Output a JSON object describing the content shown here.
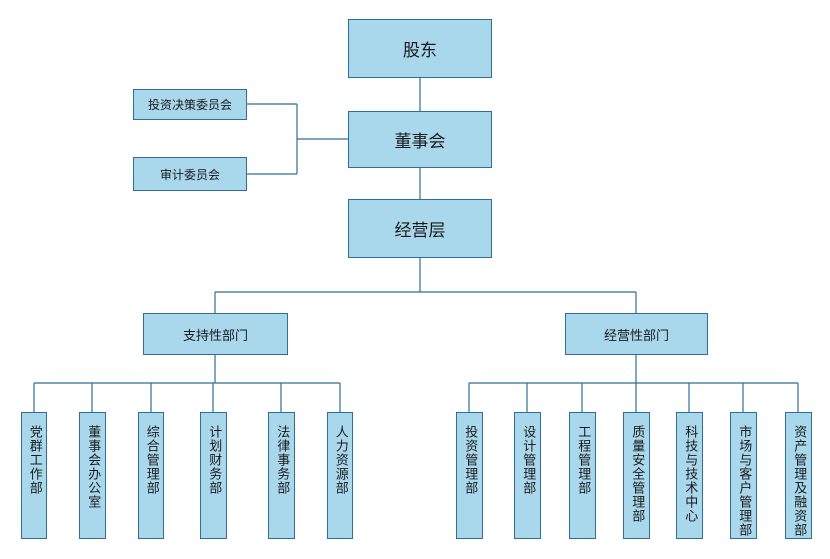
{
  "top": {
    "shareholders": "股东",
    "board": "董事会",
    "management": "经营层"
  },
  "committees": [
    "投资决策委员会",
    "审计委员会"
  ],
  "groups": {
    "support": {
      "label": "支持性部门",
      "departments": [
        "党群工作部",
        "董事会办公室",
        "综合管理部",
        "计划财务部",
        "法律事务部",
        "人力资源部"
      ]
    },
    "operating": {
      "label": "经营性部门",
      "departments": [
        "投资管理部",
        "设计管理部",
        "工程管理部",
        "质量安全管理部",
        "科技与技术中心",
        "市场与客户管理部",
        "资产管理及融资部"
      ]
    }
  },
  "colors": {
    "box_fill": "#a9d8ec",
    "line": "#2f6f95"
  }
}
